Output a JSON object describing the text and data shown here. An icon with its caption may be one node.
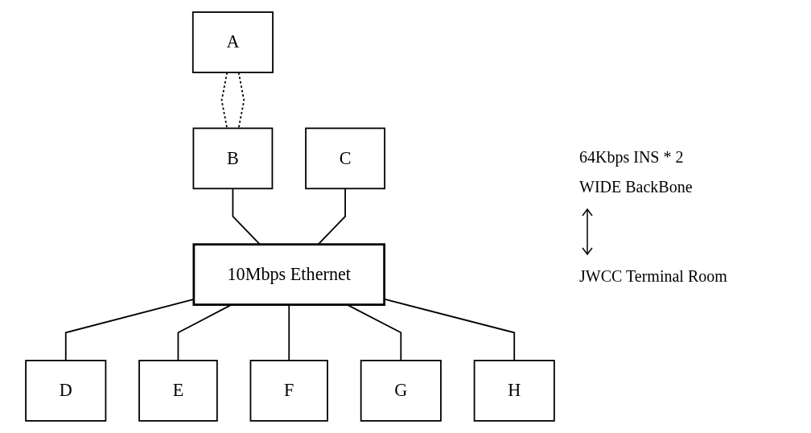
{
  "diagram": {
    "nodes": [
      {
        "text": [
          "A"
        ]
      },
      {
        "text": [
          "B"
        ]
      },
      {
        "text": [
          "C"
        ]
      },
      {
        "text": [
          "10Mbps Ethernet"
        ]
      },
      {
        "text": [
          "D"
        ]
      },
      {
        "text": [
          "E"
        ]
      },
      {
        "text": [
          "F"
        ]
      },
      {
        "text": [
          "G"
        ]
      },
      {
        "text": [
          "H"
        ]
      }
    ],
    "edges": [
      {
        "from": 0,
        "to": 1,
        "arrow": "none",
        "style": "dashed"
      },
      {
        "from": 0,
        "to": 1,
        "arrow": "none",
        "style": "dashed"
      },
      {
        "from": 1,
        "to": 3,
        "arrow": "none"
      },
      {
        "from": 2,
        "to": 3,
        "arrow": "none"
      },
      {
        "from": 3,
        "to": 4,
        "arrow": "none"
      },
      {
        "from": 3,
        "to": 5,
        "arrow": "none"
      },
      {
        "from": 3,
        "to": 6,
        "arrow": "none"
      },
      {
        "from": 3,
        "to": 7,
        "arrow": "none"
      },
      {
        "from": 3,
        "to": 8,
        "arrow": "none"
      }
    ],
    "labels": [
      "64Kbps INS * 2",
      "WIDE BackBone",
      "JWCC Terminal Room"
    ]
  }
}
